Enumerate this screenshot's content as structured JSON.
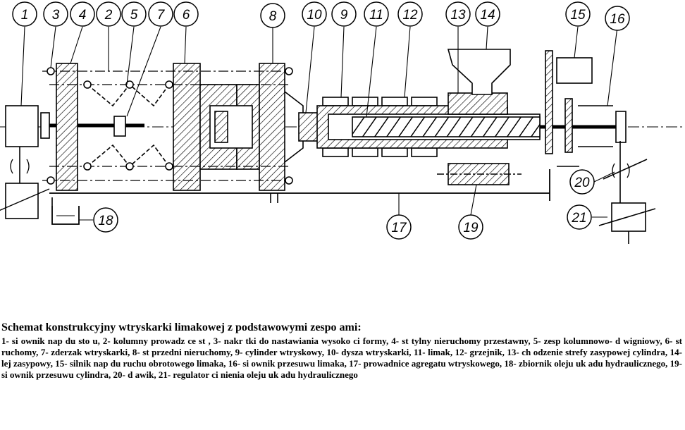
{
  "callouts": [
    {
      "n": "1"
    },
    {
      "n": "3"
    },
    {
      "n": "4"
    },
    {
      "n": "2"
    },
    {
      "n": "5"
    },
    {
      "n": "7"
    },
    {
      "n": "6"
    },
    {
      "n": "8"
    },
    {
      "n": "10"
    },
    {
      "n": "9"
    },
    {
      "n": "11"
    },
    {
      "n": "12"
    },
    {
      "n": "13"
    },
    {
      "n": "14"
    },
    {
      "n": "15"
    },
    {
      "n": "16"
    },
    {
      "n": "20"
    },
    {
      "n": "21"
    },
    {
      "n": "17"
    },
    {
      "n": "18"
    },
    {
      "n": "19"
    }
  ],
  "caption": {
    "title": "Schemat konstrukcyjny wtryskarki  limakowej z podstawowymi zespo ami:",
    "legend": "1- si ownik nap du sto u, 2- kolumny prowadz ce st  , 3- nakr tki do nastawiania wysoko ci formy, 4- st   tylny nieruchomy przestawny, 5- zesp   kolumnowo- d wigniowy, 6- st   ruchomy, 7- zderzak wtryskarki, 8- st   przedni nieruchomy, 9- cylinder wtryskowy, 10- dysza wtryskarki, 11-  limak, 12- grzejnik, 13- ch odzenie strefy zasypowej cylindra, 14- lej zasypowy, 15- silnik nap du ruchu obrotowego  limaka, 16- si ownik przesuwu  limaka, 17- prowadnice agregatu wtryskowego, 18- zbiornik oleju uk adu hydraulicznego, 19- si ownik przesuwu cylindra, 20- d awik, 21- regulator ci nienia oleju uk adu hydraulicznego"
  }
}
